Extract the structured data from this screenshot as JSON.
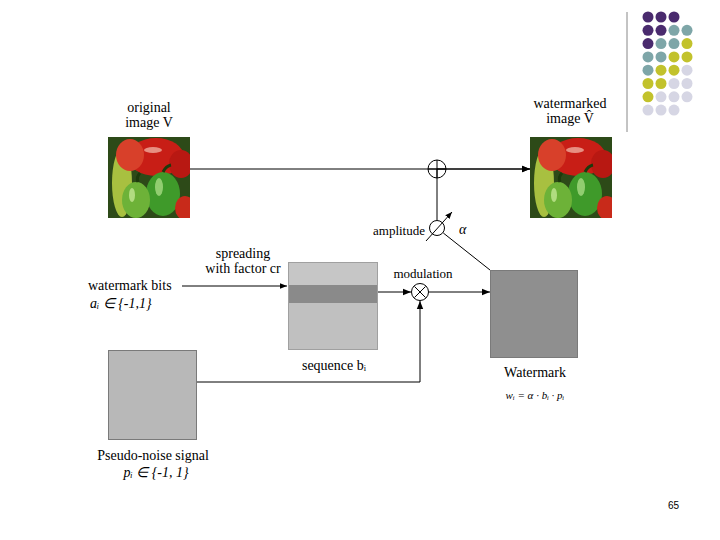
{
  "diagram": {
    "nodes": [
      {
        "text": [
          "original image V"
        ]
      },
      {
        "text": [
          "watermarked image V̂"
        ]
      },
      {
        "text": [
          "amplitude",
          "α"
        ]
      },
      {
        "text": [
          "sequence bᵢ"
        ]
      },
      {
        "text": [
          "modulation"
        ]
      },
      {
        "text": [
          "Watermark",
          "wᵢ = α · bᵢ · pᵢ"
        ]
      },
      {
        "text": [
          "Pseudo-noise signal",
          "pᵢ ∈ {-1, 1}"
        ]
      }
    ],
    "edges": [
      {
        "from": 0,
        "to": 1,
        "arrow": "to"
      },
      {
        "from": 2,
        "to": 1,
        "arrow": "to"
      },
      {
        "from": 5,
        "to": 2,
        "arrow": "none"
      },
      {
        "from": 3,
        "to": 4,
        "arrow": "to"
      },
      {
        "from": 4,
        "to": 5,
        "arrow": "to"
      },
      {
        "from": 6,
        "to": 4,
        "arrow": "to"
      }
    ],
    "labels": [
      "watermark bits",
      "aᵢ ∈ {-1,1}",
      "spreading with factor cr",
      "65"
    ]
  }
}
